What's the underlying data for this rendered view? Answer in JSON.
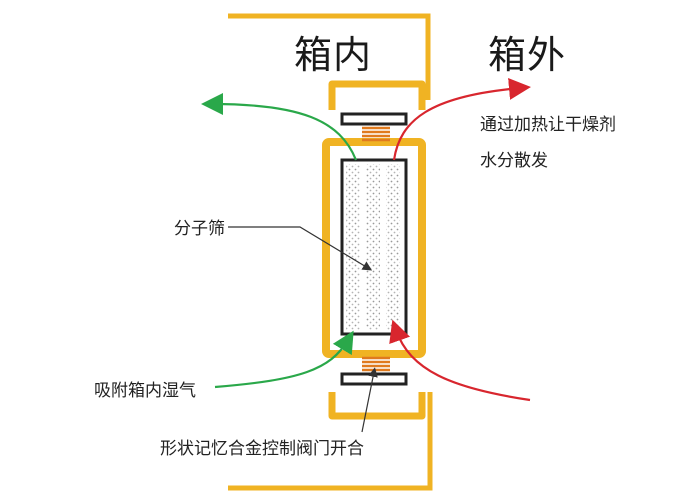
{
  "labels": {
    "inside": "箱内",
    "outside": "箱外",
    "outside_note_line1": "通过加热让干燥剂",
    "outside_note_line2": "水分散发",
    "sieve": "分子筛",
    "adsorb": "吸附箱内湿气",
    "valve": "形状记忆合金控制阀门开合"
  },
  "colors": {
    "frame": "#f0b323",
    "green_arrow": "#2aa84a",
    "red_arrow": "#d8262e",
    "coil": "#e07a1e",
    "plate": "#222222",
    "sieve_fill": "#d9d9d9",
    "text": "#222222"
  },
  "icons": {
    "top_coil": "spring-coil-icon",
    "bottom_coil": "spring-coil-icon"
  }
}
